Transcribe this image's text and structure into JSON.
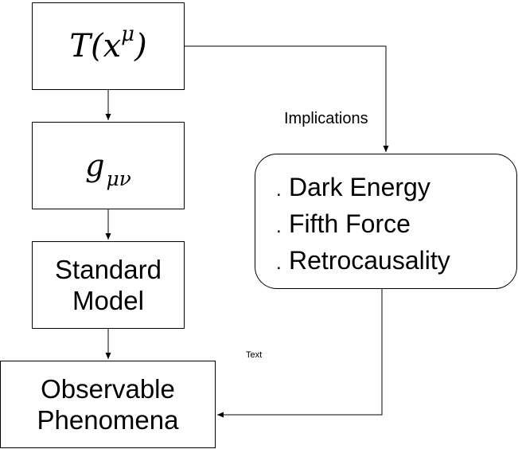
{
  "nodes": {
    "t_node": {
      "base": "T(x",
      "sup": "μ",
      "close": ")"
    },
    "g_node": {
      "base": "g",
      "sub": "μν"
    },
    "standard_model": {
      "line1": "Standard",
      "line2": "Model"
    },
    "observable": {
      "line1": "Observable",
      "line2": "Phenomena"
    },
    "implications_box": {
      "items": [
        {
          "bullet": ".",
          "text": "Dark Energy"
        },
        {
          "bullet": ".",
          "text": "Fifth Force"
        },
        {
          "bullet": ".",
          "text": "Retrocausality"
        }
      ]
    }
  },
  "edge_labels": {
    "implications": "Implications",
    "text": "Text"
  },
  "colors": {
    "stroke": "#000000",
    "background": "#ffffff"
  }
}
